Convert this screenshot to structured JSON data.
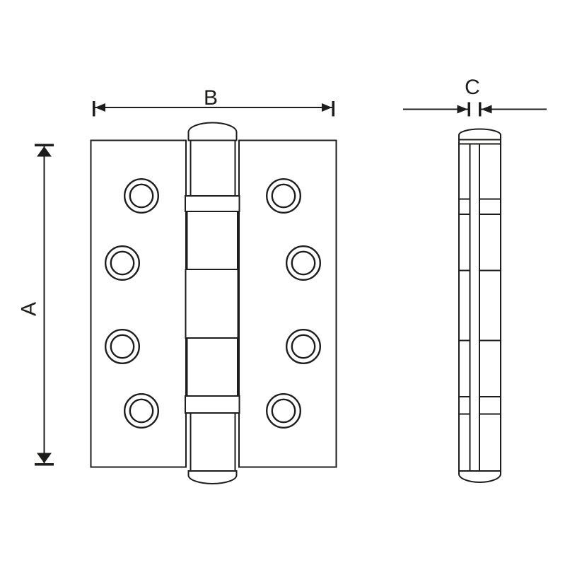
{
  "page": {
    "background_color": "#ffffff"
  },
  "drawing": {
    "stroke_color": "#1d1d1b",
    "dimensions": {
      "height": {
        "label": "A"
      },
      "width": {
        "label": "B"
      },
      "thickness": {
        "label": "C"
      }
    }
  }
}
